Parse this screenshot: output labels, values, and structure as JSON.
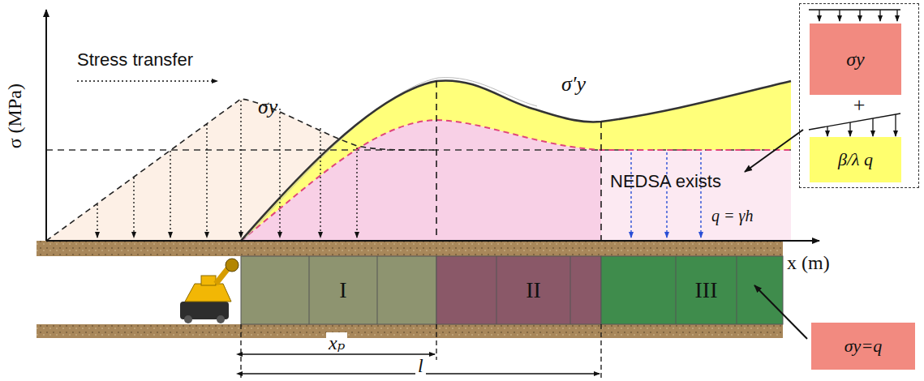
{
  "diagram": {
    "nodes": [
      {
        "text": [
          "I"
        ]
      },
      {
        "text": [
          "II"
        ]
      },
      {
        "text": [
          "III"
        ]
      },
      {
        "text": [
          "+"
        ]
      },
      {
        "text": [
          "σy"
        ],
        "in": 3
      },
      {
        "text": [
          "β/λ q"
        ],
        "in": 3
      },
      {
        "text": [
          "σy=q"
        ]
      }
    ],
    "labels": [
      "σ (MPa)",
      "Stress transfer",
      "σy",
      "σ′y",
      "NEDSA exists",
      "q = γh",
      "x (m)",
      "xₚ",
      "l"
    ]
  }
}
